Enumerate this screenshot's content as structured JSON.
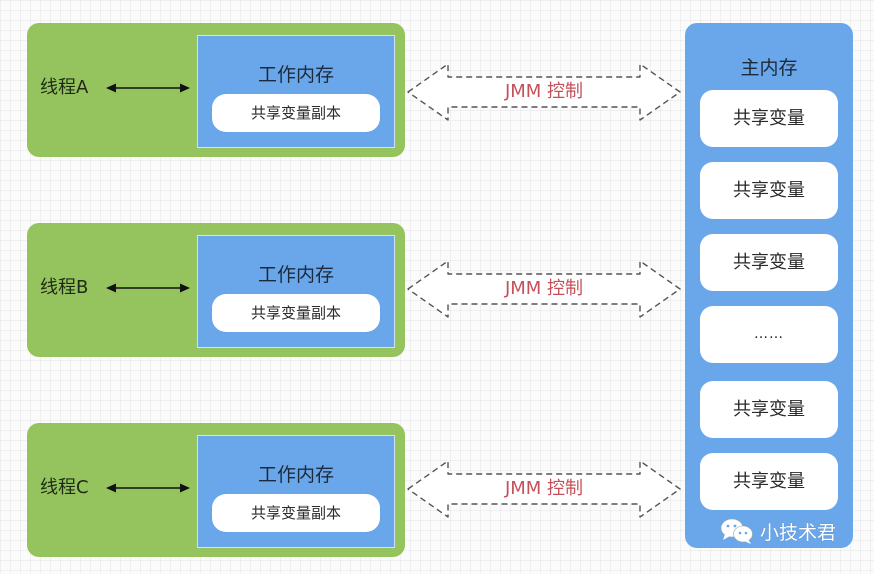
{
  "threads": [
    {
      "label": "线程A",
      "work_memory_title": "工作内存",
      "copy_label": "共享变量副本"
    },
    {
      "label": "线程B",
      "work_memory_title": "工作内存",
      "copy_label": "共享变量副本"
    },
    {
      "label": "线程C",
      "work_memory_title": "工作内存",
      "copy_label": "共享变量副本"
    }
  ],
  "jmm_arrows": [
    {
      "label": "JMM 控制"
    },
    {
      "label": "JMM 控制"
    },
    {
      "label": "JMM 控制"
    }
  ],
  "main_memory": {
    "title": "主内存",
    "items": [
      "共享变量",
      "共享变量",
      "共享变量",
      "……",
      "共享变量",
      "共享变量"
    ]
  },
  "watermark": {
    "icon": "wechat-icon",
    "text": "小技术君"
  },
  "colors": {
    "thread_bg": "#95c45e",
    "memory_bg": "#6aa7ea",
    "jmm_text": "#c6505a",
    "box_bg": "#ffffff"
  }
}
